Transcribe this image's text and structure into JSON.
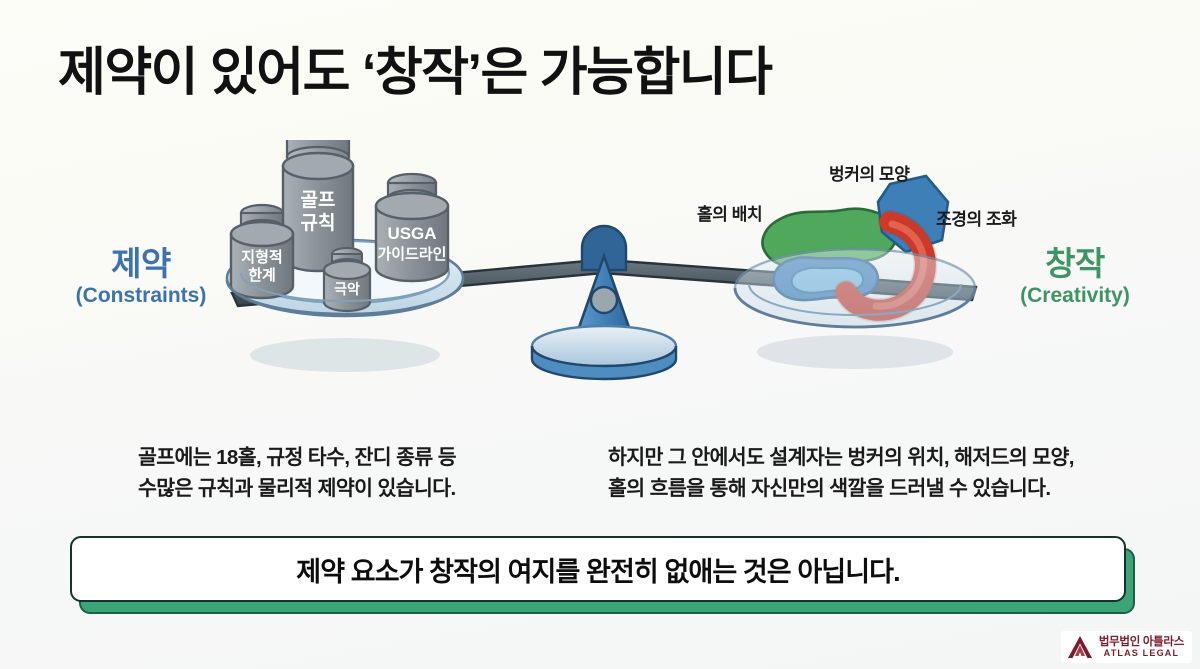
{
  "slide": {
    "title": "제약이 있어도 ‘창작’은 가능합니다",
    "background_color": "#fbfbf6"
  },
  "left_side": {
    "heading_ko": "제약",
    "heading_en": "(Constraints)",
    "color": "#3d73ad",
    "weights": [
      {
        "id": "terrain",
        "label_line1": "지형적",
        "label_line2": "한계"
      },
      {
        "id": "golf-rule",
        "label_line1": "골프",
        "label_line2": "규칙"
      },
      {
        "id": "usga",
        "label_line1": "USGA",
        "label_line2": "가이드라인"
      },
      {
        "id": "small",
        "label_line1": "극악",
        "label_line2": ""
      }
    ]
  },
  "right_side": {
    "heading_ko": "창작",
    "heading_en": "(Creativity)",
    "color": "#3f9466",
    "callouts": [
      {
        "id": "hole-layout",
        "label": "홀의 배치"
      },
      {
        "id": "bunker-shape",
        "label": "벙커의 모양"
      },
      {
        "id": "landscape-harmony",
        "label": "조경의 조화"
      }
    ],
    "shape_colors": {
      "green": "#4fa85c",
      "blue": "#3e7fb8",
      "light_blue": "#79b9e0",
      "red": "#d8412f"
    }
  },
  "paragraphs": {
    "left_line1": "골프에는 18홀, 규정 타수, 잔디 종류 등",
    "left_line2": "수많은 규칙과 물리적 제약이 있습니다.",
    "right_line1": "하지만 그 안에서도 설계자는 벙커의 위치, 해저드의 모양,",
    "right_line2": "홀의 흐름을 통해 자신만의 색깔을 드러낼 수 있습니다."
  },
  "banner": {
    "text": "제약 요소가 창작의 여지를 완전히 없애는 것은 아닙니다.",
    "border_color": "#14322a",
    "shadow_color": "#3ba577"
  },
  "footer": {
    "logo_ko": "법무법인 아틀라스",
    "logo_en": "ATLAS LEGAL",
    "logo_color": "#7a1c2b"
  }
}
